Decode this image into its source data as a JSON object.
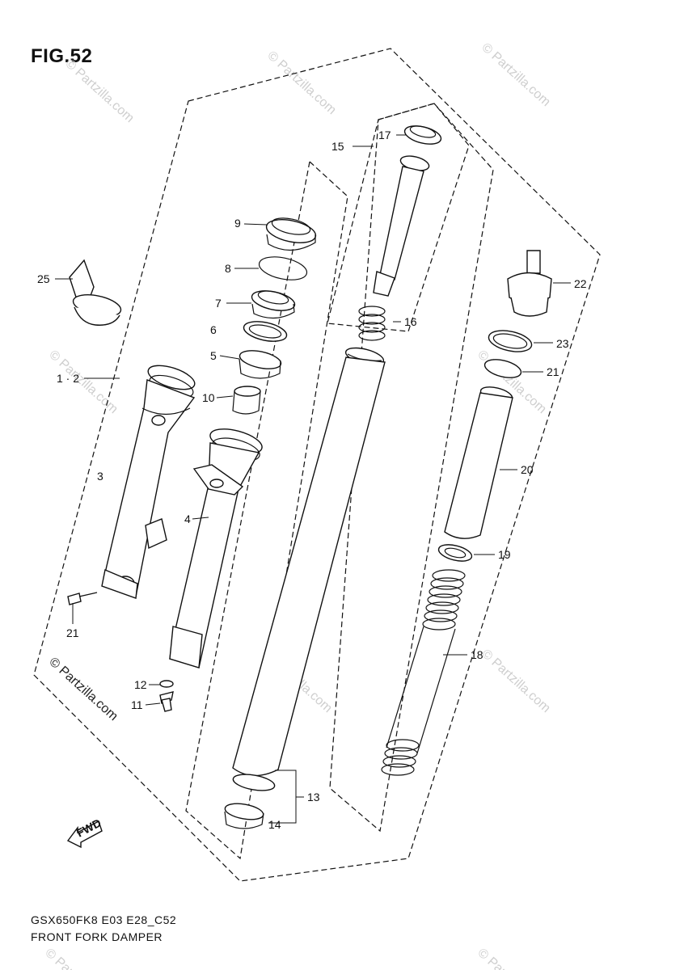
{
  "figure": {
    "title": "FIG.52"
  },
  "footer": {
    "code": "GSX650FK8 E03 E28_C52",
    "caption": "FRONT FORK DAMPER"
  },
  "watermark": {
    "text": "© Partzilla.com"
  },
  "fwd_arrow": {
    "label": "FWD"
  },
  "callouts": {
    "c1_2": "1 · 2",
    "c3": "3",
    "c4": "4",
    "c5": "5",
    "c6": "6",
    "c7": "7",
    "c8": "8",
    "c9": "9",
    "c10": "10",
    "c11": "11",
    "c12": "12",
    "c13": "13",
    "c14": "14",
    "c15": "15",
    "c16": "16",
    "c17": "17",
    "c18": "18",
    "c19": "19",
    "c20": "20",
    "c21a": "21",
    "c21b": "21",
    "c22": "22",
    "c23": "23",
    "c25": "25"
  }
}
